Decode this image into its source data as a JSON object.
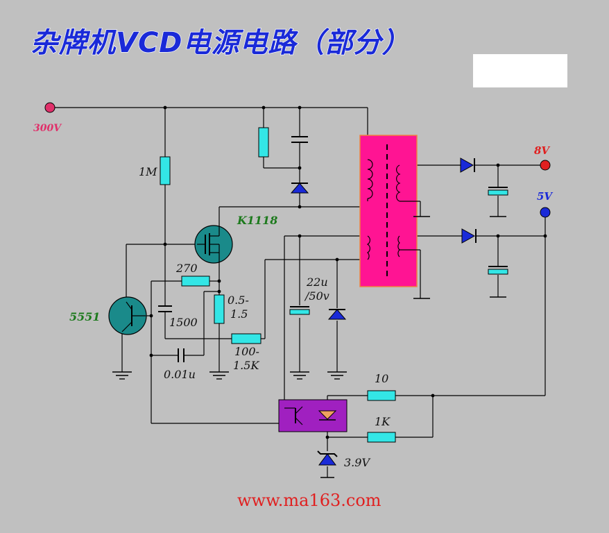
{
  "title": "杂牌机VCD电源电路（部分）",
  "terminals": {
    "input": "300V",
    "out_8v": "8V",
    "out_5v": "5V"
  },
  "parts": {
    "r_1m": "1M",
    "mosfet": "K1118",
    "transistor": "5551",
    "r_270": "270",
    "c_1500": "1500",
    "r_05_15_line1": "0.5-",
    "r_05_15_line2": "1.5",
    "r_100_15k_line1": "100-",
    "r_100_15k_line2": "1.5K",
    "c_001u": "0.01u",
    "cap_22u_line1": "22u",
    "cap_22u_line2": "/50v",
    "r_10": "10",
    "r_1k": "1K",
    "zener": "3.9V"
  },
  "footer_url": "www.ma163.com",
  "colors": {
    "background": "#c0c0c0",
    "transformer": "#ff1493",
    "optocoupler": "#a020c0",
    "resistor": "#33e6e6",
    "transistor": "#1a8a8a",
    "diode": "#1a2ad8",
    "title": "#1a2ad8"
  }
}
